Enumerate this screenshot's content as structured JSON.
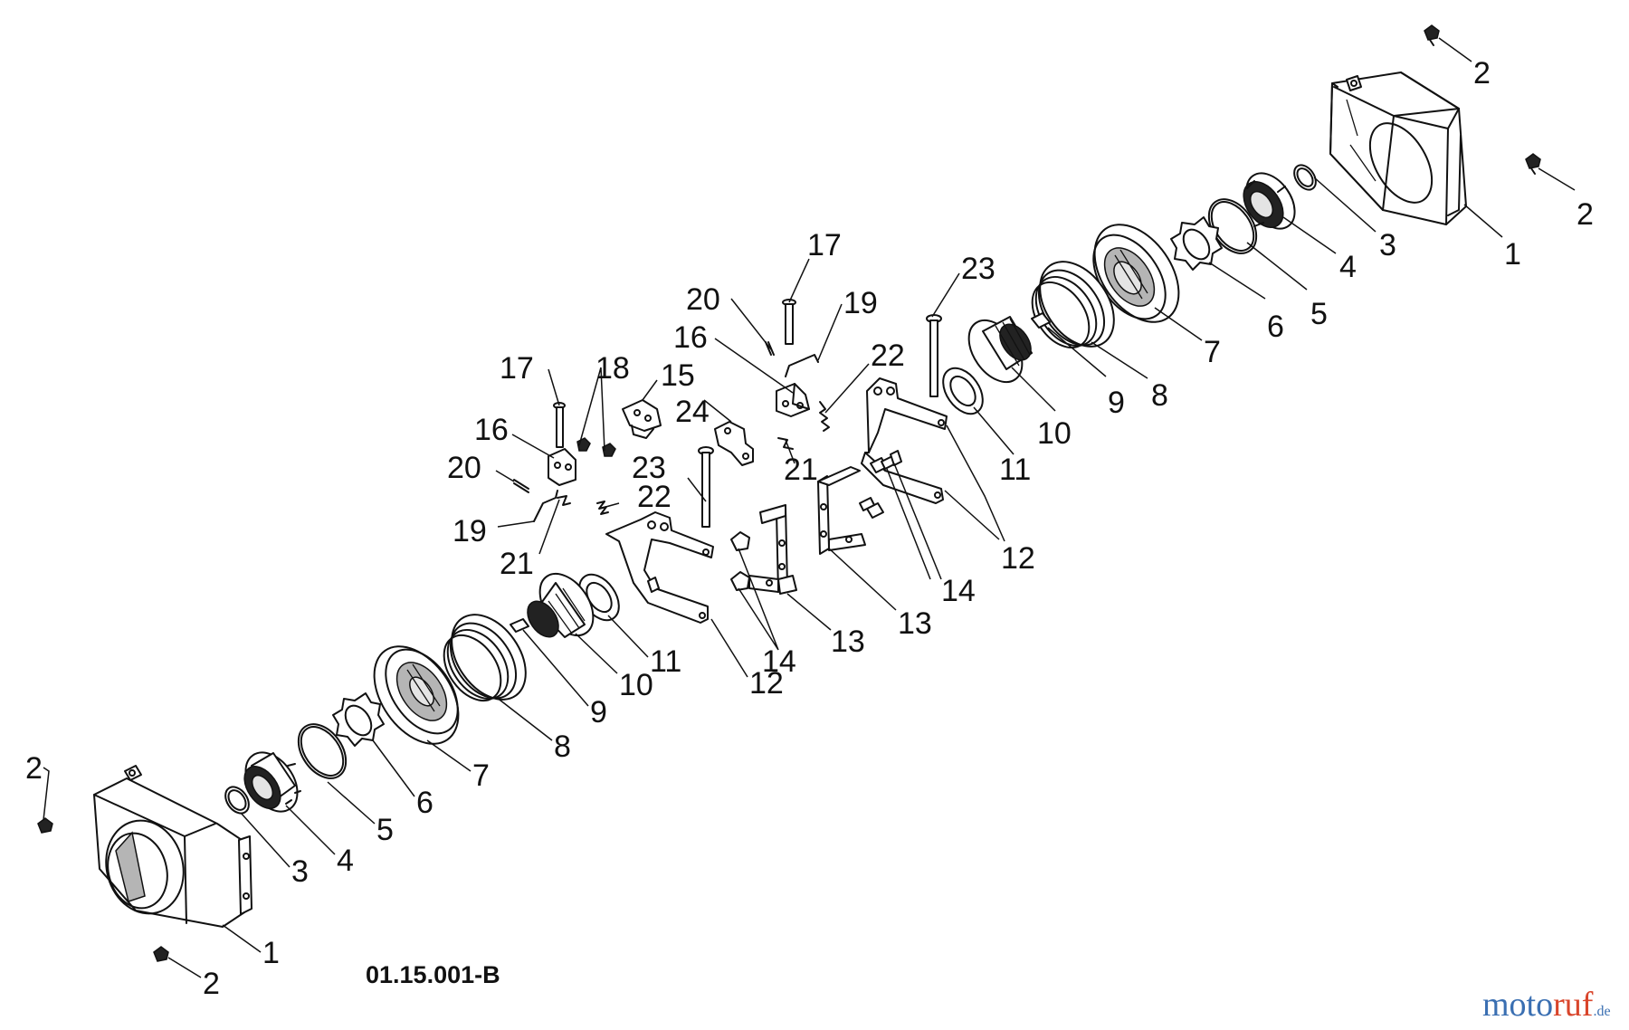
{
  "diagram": {
    "code": "01.15.001-B",
    "watermark": {
      "part1": "moto",
      "part2": "ruf",
      "part3": ".de"
    },
    "labels": {
      "l2_tr_top": "2",
      "l2_tr_right": "2",
      "l1_right": "1",
      "l3_right": "3",
      "l4_right": "4",
      "l5_right": "5",
      "l6_right": "6",
      "l7_right": "7",
      "l8_right": "8",
      "l9_right": "9",
      "l10_right": "10",
      "l11_right": "11",
      "l12_right": "12",
      "l13_right": "13",
      "l14_right": "14",
      "l23_right": "23",
      "l17_mid": "17",
      "l19_mid": "19",
      "l20_mid": "20",
      "l16_mid": "16",
      "l22_mid": "22",
      "l21_mid": "21",
      "l24": "24",
      "l15": "15",
      "l17_left": "17",
      "l18": "18",
      "l16_left": "16",
      "l20_left": "20",
      "l19_left": "19",
      "l21_left": "21",
      "l23_left": "23",
      "l22_left": "22",
      "l13_left": "13",
      "l14_left": "14",
      "l12_left": "12",
      "l11_left": "11",
      "l10_left": "10",
      "l9_left": "9",
      "l8_left": "8",
      "l7_left": "7",
      "l6_left": "6",
      "l5_left": "5",
      "l4_left": "4",
      "l3_left": "3",
      "l2_bl_top": "2",
      "l1_left": "1",
      "l2_bl_bottom": "2"
    }
  }
}
